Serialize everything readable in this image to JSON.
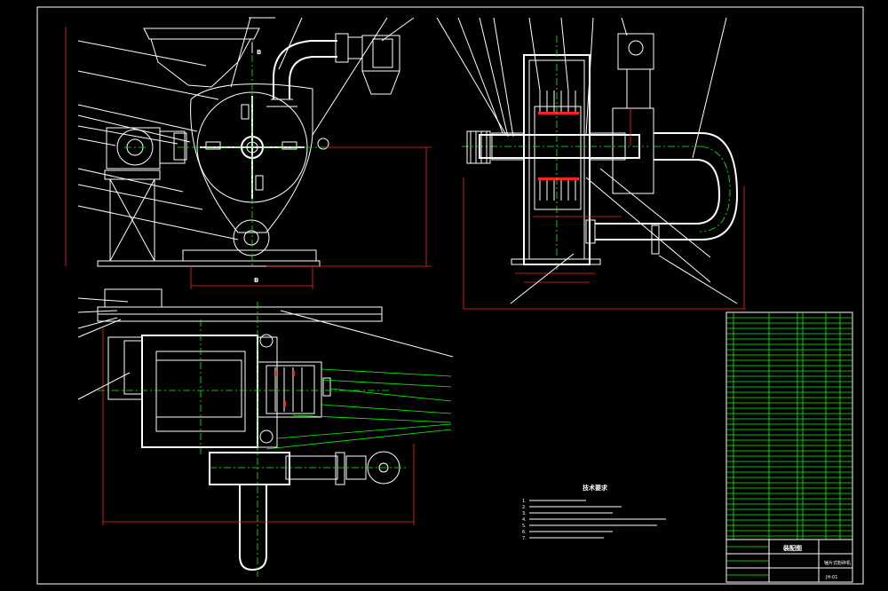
{
  "drawing": {
    "section_label": "B",
    "section_label_lower": "B",
    "notes_title": "技术要求",
    "notes": [
      "1.",
      "2.",
      "3.",
      "4.",
      "5.",
      "6.",
      "7."
    ],
    "title_block_name": "装配图",
    "title_block_code": "JH-01",
    "title_block_label": "锤片式粉碎机"
  }
}
